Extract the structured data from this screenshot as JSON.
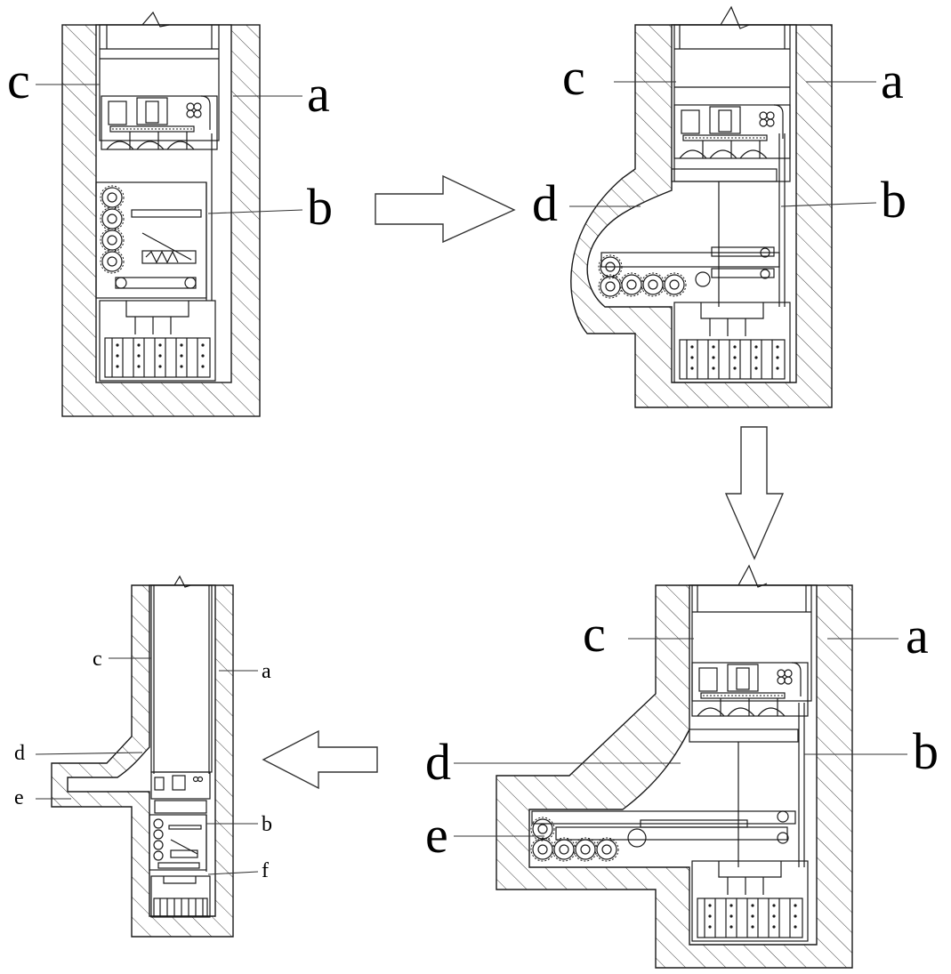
{
  "figure": {
    "panel_1": {
      "labels": {
        "a": "a",
        "b": "b",
        "c": "c"
      }
    },
    "panel_2": {
      "labels": {
        "a": "a",
        "b": "b",
        "c": "c",
        "d": "d"
      }
    },
    "panel_3": {
      "labels": {
        "a": "a",
        "b": "b",
        "c": "c",
        "d": "d",
        "e": "e"
      }
    },
    "panel_4": {
      "labels": {
        "a": "a",
        "b": "b",
        "c": "c",
        "d": "d",
        "e": "e",
        "f": "f"
      }
    },
    "arrows": [
      "right",
      "down",
      "left"
    ]
  },
  "colors": {
    "line": "#1a1a1a",
    "background": "#ffffff"
  }
}
